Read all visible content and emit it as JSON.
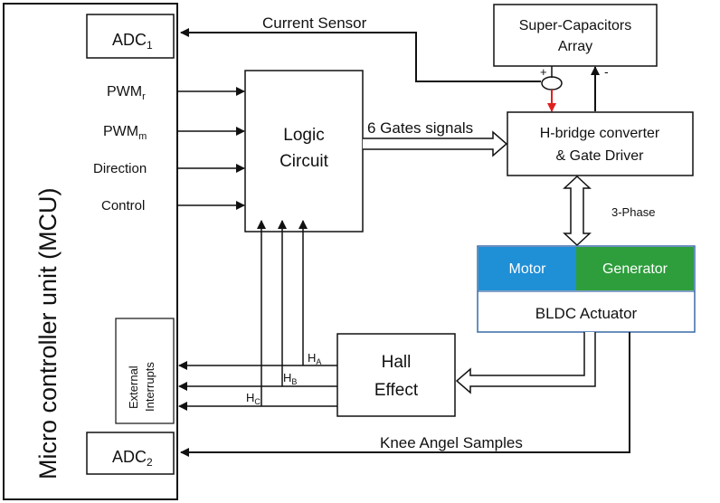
{
  "mcu": {
    "title": "Micro controller unit (MCU)",
    "adc1": {
      "base": "ADC",
      "sub": "1"
    },
    "adc2": {
      "base": "ADC",
      "sub": "2"
    },
    "pwm_r": {
      "base": "PWM",
      "sub": "r"
    },
    "pwm_m": {
      "base": "PWM",
      "sub": "m"
    },
    "direction": "Direction",
    "control": "Control",
    "interrupts_line1": "External",
    "interrupts_line2": "Interrupts"
  },
  "logic": {
    "line1": "Logic",
    "line2": "Circuit"
  },
  "gates_label": "6 Gates signals",
  "current_sensor_label": "Current Sensor",
  "supercap": {
    "line1": "Super-Capacitors",
    "line2": "Array",
    "plus": "+",
    "minus": "-"
  },
  "hbridge": {
    "line1": "H-bridge converter",
    "line2": "& Gate Driver"
  },
  "phase_label": "3-Phase",
  "bldc": {
    "motor": "Motor",
    "generator": "Generator",
    "actuator": "BLDC Actuator"
  },
  "hall": {
    "line1": "Hall",
    "line2": "Effect"
  },
  "hall_a": {
    "base": "H",
    "sub": "A"
  },
  "hall_b": {
    "base": "H",
    "sub": "B"
  },
  "hall_c": {
    "base": "H",
    "sub": "C"
  },
  "knee_label": "Knee Angel Samples",
  "colors": {
    "motor": "#1f8fd6",
    "generator": "#2e9e3c",
    "sensor_arrow": "#e02020",
    "bldc_border": "#3a6aa8"
  }
}
